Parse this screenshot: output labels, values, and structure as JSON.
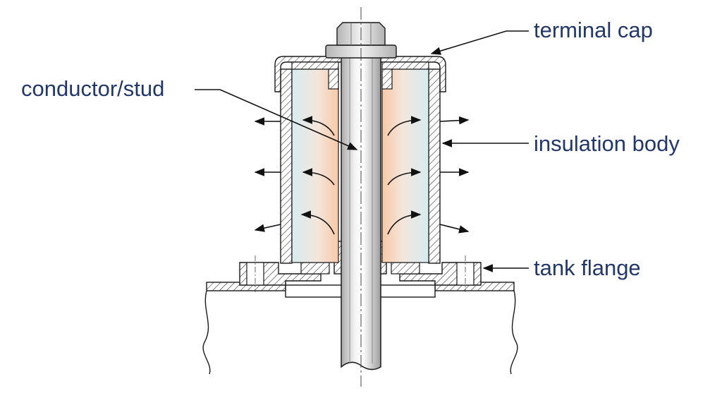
{
  "diagram": {
    "labels": {
      "terminal_cap": "terminal cap",
      "conductor_stud": "conductor/stud",
      "insulation_body": "insulation body",
      "tank_flange": "tank flange"
    },
    "colors": {
      "label_text": "#22386b",
      "outline": "#1a1a1a",
      "metal_light": "#f2f2f2",
      "metal_mid": "#c8c8c8",
      "insulation_warm": "#f8c9a6",
      "insulation_cool": "#d6ecf1"
    },
    "icons": [
      "hex-nut-icon",
      "heat-flow-arrow-icon",
      "break-line-icon"
    ]
  }
}
